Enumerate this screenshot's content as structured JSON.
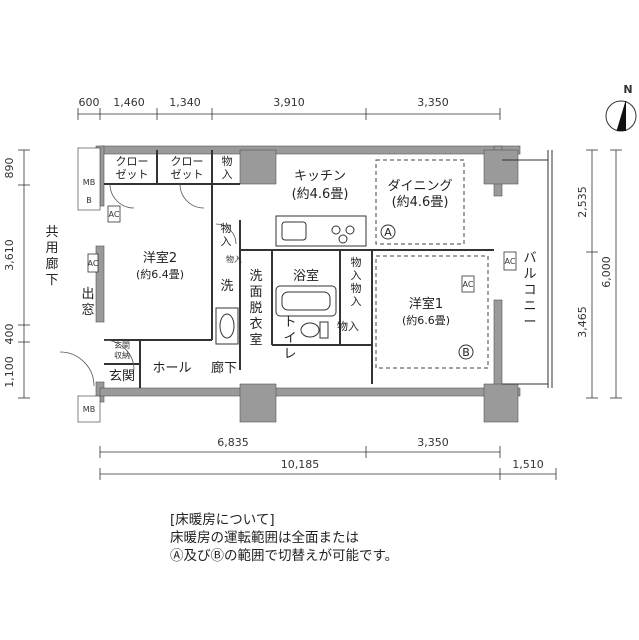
{
  "dimensions": {
    "top": [
      "600",
      "1,460",
      "1,340",
      "3,910",
      "3,350"
    ],
    "bottom_row1": [
      "6,835",
      "3,350"
    ],
    "bottom_row2": [
      "10,185",
      "1,510"
    ],
    "left": [
      "890",
      "3,610",
      "400",
      "1,100"
    ],
    "right": [
      "2,535",
      "3,465"
    ],
    "right_total": "6,000"
  },
  "compass": {
    "label": "N"
  },
  "rooms": {
    "closet1": [
      "クロー",
      "ゼット"
    ],
    "closet2": [
      "クロー",
      "ゼット"
    ],
    "storage_top": [
      "物",
      "入"
    ],
    "kitchen": "キッチン",
    "kitchen_size": "(約4.6畳)",
    "dining": "ダイニング",
    "dining_size": "(約4.6畳)",
    "western2": "洋室2",
    "western2_size": "(約6.4畳)",
    "western1": "洋室1",
    "western1_size": "(約6.6畳)",
    "bath": "浴室",
    "toilet": [
      "ト",
      "イ",
      "レ"
    ],
    "wash": "洗",
    "dressing": [
      "洗",
      "面",
      "脱",
      "衣",
      "室"
    ],
    "hall": "ホール",
    "corridor": "廊下",
    "entrance": "玄関",
    "entrance_storage": [
      "玄関",
      "収納"
    ],
    "shared_corridor": [
      "共",
      "用",
      "廊",
      "下"
    ],
    "bay": [
      "出",
      "窓"
    ],
    "balcony": [
      "バ",
      "ル",
      "コ",
      "ニ",
      "ー"
    ],
    "storage_wash1": [
      "物",
      "入"
    ],
    "storage_wash2": "物入",
    "storage_bath1": [
      "物",
      "入"
    ],
    "storage_bath2": [
      "物",
      "入"
    ],
    "storage_toilet": "物入",
    "mb": "MB",
    "b": "B",
    "ac": "AC",
    "zone_a": "A",
    "zone_b": "B"
  },
  "note": {
    "line1": "[床暖房について]",
    "line2": "床暖房の運転範囲は全面または",
    "line3": "Ⓐ及びⒷの範囲で切替えが可能です。"
  }
}
